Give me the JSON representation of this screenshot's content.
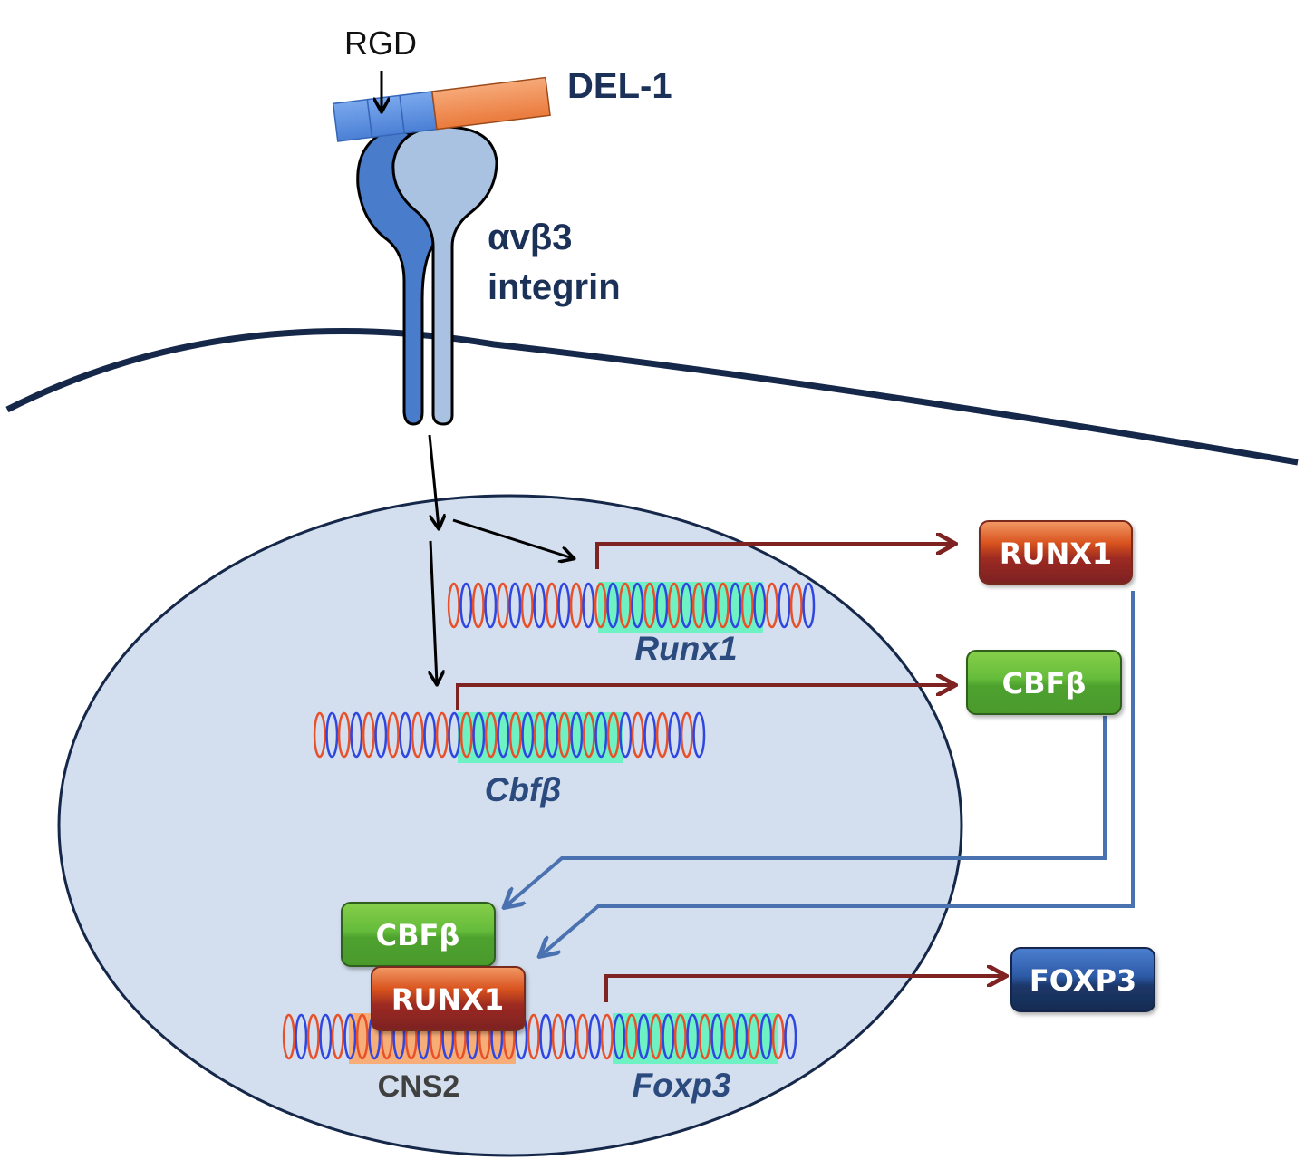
{
  "ligand": {
    "name": "DEL-1",
    "motif_label": "RGD"
  },
  "receptor": {
    "line1": "αvβ3",
    "line2": "integrin"
  },
  "genes": {
    "runx1": "Runx1",
    "cbfb": "Cbfβ",
    "foxp3": "Foxp3",
    "cns2": "CNS2"
  },
  "proteins": {
    "runx1": "RUNX1",
    "cbfb": "CBFβ",
    "foxp3": "FOXP3",
    "complex_cbfb": "CBFβ",
    "complex_runx1": "RUNX1"
  },
  "colors": {
    "membrane": "#16284a",
    "nucleus_fill": "#d3deee",
    "label_navy": "#1b3158",
    "gene_label": "#2b4a7e",
    "cns2_label": "#404040",
    "transcription_arrow": "#7e2222",
    "translocation_arrow": "#4a72b0",
    "dna_strand_a": "#e8502a",
    "dna_strand_b": "#2f46e0",
    "gene_highlight": "#6ef2c4",
    "cns2_highlight": "#f6ad78",
    "runx1_box": "#a0291f",
    "cbfb_box": "#4ca42c",
    "foxp3_box": "#1e3f77",
    "integrin_alpha": "#4a7ccc",
    "integrin_beta": "#aac2e2",
    "del1_blue": "#5b8fe0",
    "del1_orange": "#ef8c4e"
  }
}
